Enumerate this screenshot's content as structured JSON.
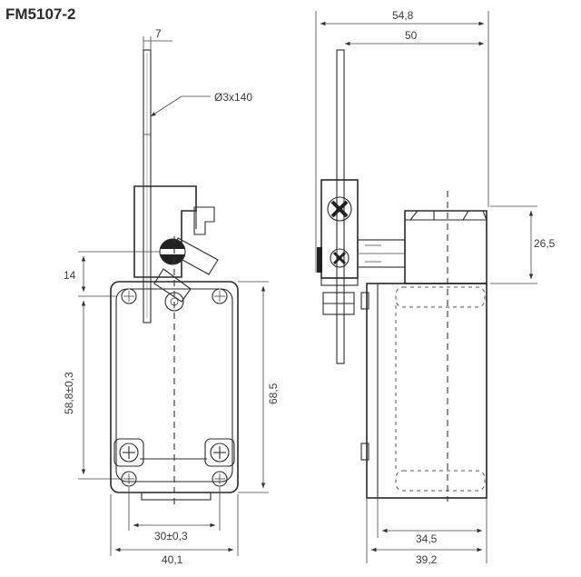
{
  "title": "FM5107-2",
  "front_view": {
    "rod_width": "7",
    "rod_spec": "Ø3x140",
    "offset_top": "14",
    "mount_height": "58,8±0,3",
    "body_height": "68,5",
    "mount_width": "30±0,3",
    "body_width": "40,1"
  },
  "side_view": {
    "total_width": "54,8",
    "rod_to_back": "50",
    "head_height": "26,5",
    "body_depth": "34,5",
    "base_depth": "39,2"
  }
}
